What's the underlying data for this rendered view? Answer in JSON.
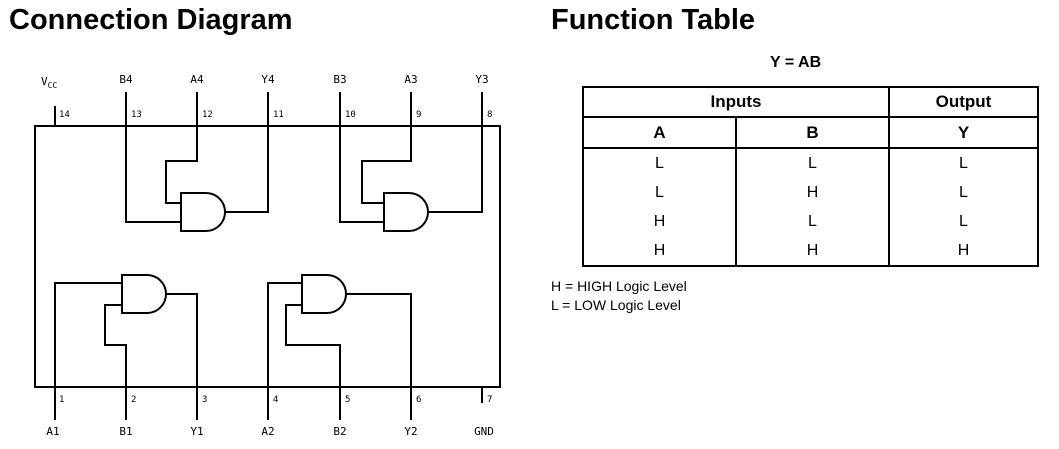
{
  "diagram": {
    "title": "Connection Diagram",
    "top_pins": [
      {
        "name": "V",
        "sub": "CC",
        "num": "14"
      },
      {
        "name": "B4",
        "sub": "",
        "num": "13"
      },
      {
        "name": "A4",
        "sub": "",
        "num": "12"
      },
      {
        "name": "Y4",
        "sub": "",
        "num": "11"
      },
      {
        "name": "B3",
        "sub": "",
        "num": "10"
      },
      {
        "name": "A3",
        "sub": "",
        "num": "9"
      },
      {
        "name": "Y3",
        "sub": "",
        "num": "8"
      }
    ],
    "bottom_pins": [
      {
        "name": "A1",
        "num": "1"
      },
      {
        "name": "B1",
        "num": "2"
      },
      {
        "name": "Y1",
        "num": "3"
      },
      {
        "name": "A2",
        "num": "4"
      },
      {
        "name": "B2",
        "num": "5"
      },
      {
        "name": "Y2",
        "num": "6"
      },
      {
        "name": "GND",
        "num": "7"
      }
    ]
  },
  "function_table": {
    "title": "Function Table",
    "equation": "Y = AB",
    "header_inputs": "Inputs",
    "header_output": "Output",
    "col_a": "A",
    "col_b": "B",
    "col_y": "Y",
    "rows": [
      [
        "L",
        "L",
        "L"
      ],
      [
        "L",
        "H",
        "L"
      ],
      [
        "H",
        "L",
        "L"
      ],
      [
        "H",
        "H",
        "H"
      ]
    ],
    "legend": [
      "H = HIGH Logic Level",
      "L = LOW Logic Level"
    ]
  }
}
